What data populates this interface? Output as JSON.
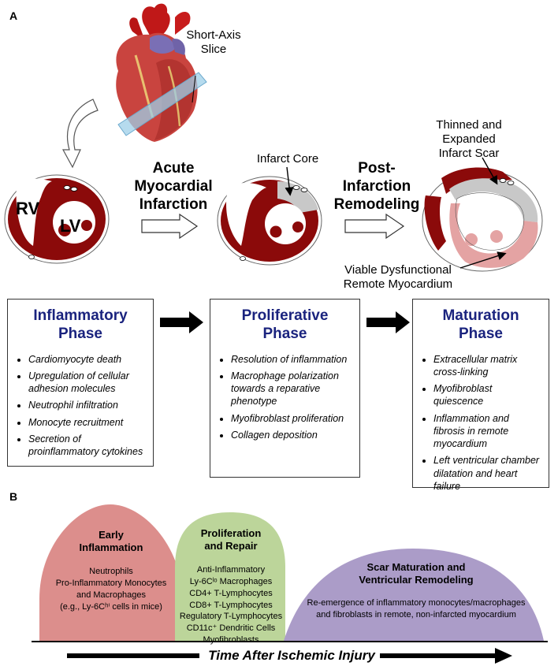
{
  "panel_a": {
    "letter": "A",
    "short_axis_label": "Short-Axis\nSlice",
    "chambers": {
      "rv": "RV",
      "lv": "LV"
    },
    "steps": [
      {
        "title": "Acute\nMyocardial\nInfarction"
      },
      {
        "title": "Post-\nInfarction\nRemodeling"
      }
    ],
    "annotations": {
      "infarct_core": "Infarct Core",
      "scar": "Thinned and\nExpanded\nInfarct Scar",
      "remote": "Viable Dysfunctional\nRemote Myocardium"
    },
    "phases": [
      {
        "title": "Inflammatory\nPhase",
        "items": [
          "Cardiomyocyte death",
          "Upregulation of cellular adhesion molecules",
          "Neutrophil infiltration",
          "Monocyte recruitment",
          "Secretion of proinflammatory cytokines"
        ]
      },
      {
        "title": "Proliferative\nPhase",
        "items": [
          "Resolution of inflammation",
          "Macrophage polarization towards a reparative phenotype",
          "Myofibroblast proliferation",
          "Collagen deposition"
        ]
      },
      {
        "title": "Maturation\nPhase",
        "items": [
          "Extracellular matrix cross-linking",
          "Myofibroblast quiescence",
          "Inflammation and fibrosis in remote myocardium",
          "Left ventricular chamber dilatation and heart failure"
        ]
      }
    ]
  },
  "panel_b": {
    "letter": "B",
    "stages": [
      {
        "title": "Early\nInflammation",
        "lines": [
          "Neutrophils",
          "Pro-Inflammatory Monocytes",
          "and Macrophages",
          "(e.g., Ly-6Cʰⁱ cells in mice)"
        ]
      },
      {
        "title": "Proliferation\nand Repair",
        "lines": [
          "Anti-Inflammatory",
          "Ly-6Cˡᵒ Macrophages",
          "CD4+ T-Lymphocytes",
          "CD8+ T-Lymphocytes",
          "Regulatory T-Lymphocytes",
          "CD11c⁺ Dendritic Cells",
          "Myofibroblasts"
        ]
      },
      {
        "title": "Scar Maturation and\nVentricular Remodeling",
        "lines": [
          "Re-emergence of inflammatory monocytes/macrophages",
          "and fibroblasts in remote, non-infarcted myocardium"
        ]
      }
    ],
    "timeline_label": "Time After Ischemic Injury"
  },
  "colors": {
    "myocardium": "#8b0a0a",
    "infarct": "#c8c8c8",
    "remote": "#e4a3a3",
    "phase_title": "#1a237e",
    "stage_early": "#dc8e8c",
    "stage_repair": "#bcd59a",
    "stage_maturation": "#ab9cc8",
    "arrow": "#000000"
  }
}
